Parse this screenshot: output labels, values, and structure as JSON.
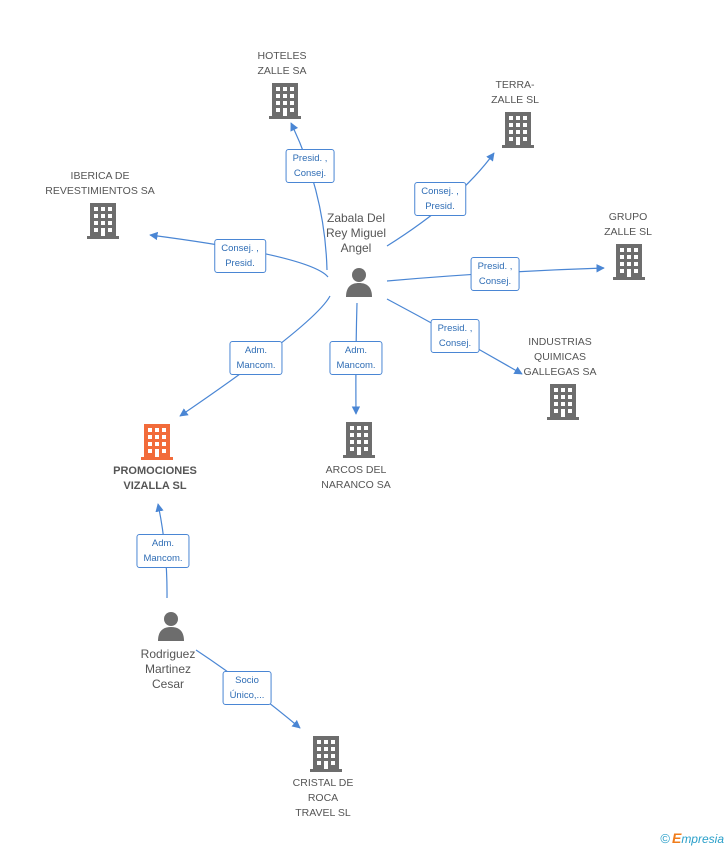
{
  "colors": {
    "company": "#6d6d6d",
    "main_company": "#f26b3a",
    "person": "#6d6d6d",
    "edge": "#4a86d4",
    "role_text": "#2f6db5",
    "label_text": "#555555"
  },
  "nodes": {
    "zabala": {
      "type": "person",
      "lines": [
        "Zabala Del",
        "Rey Miguel",
        "Angel"
      ]
    },
    "rodriguez": {
      "type": "person",
      "lines": [
        "Rodriguez",
        "Martinez",
        "Cesar"
      ]
    },
    "hoteles": {
      "type": "company",
      "lines": [
        "HOTELES",
        "ZALLE SA"
      ]
    },
    "terra": {
      "type": "company",
      "lines": [
        "TERRA-",
        "ZALLE SL"
      ]
    },
    "iberica": {
      "type": "company",
      "lines": [
        "IBERICA DE",
        "REVESTIMIENTOS SA"
      ]
    },
    "grupo": {
      "type": "company",
      "lines": [
        "GRUPO",
        "ZALLE SL"
      ]
    },
    "industrias": {
      "type": "company",
      "lines": [
        "INDUSTRIAS",
        "QUIMICAS",
        "GALLEGAS SA"
      ]
    },
    "arcos": {
      "type": "company",
      "lines": [
        "ARCOS DEL",
        "NARANCO SA"
      ]
    },
    "promociones": {
      "type": "main_company",
      "lines": [
        "PROMOCIONES",
        "VIZALLA SL"
      ]
    },
    "cristal": {
      "type": "company",
      "lines": [
        "CRISTAL DE",
        "ROCA",
        "TRAVEL SL"
      ]
    }
  },
  "edges": [
    {
      "from": "zabala",
      "to": "hoteles",
      "role": [
        "Presid. ,",
        "Consej."
      ]
    },
    {
      "from": "zabala",
      "to": "terra",
      "role": [
        "Consej. ,",
        "Presid."
      ]
    },
    {
      "from": "zabala",
      "to": "iberica",
      "role": [
        "Consej. ,",
        "Presid."
      ]
    },
    {
      "from": "zabala",
      "to": "grupo",
      "role": [
        "Presid. ,",
        "Consej."
      ]
    },
    {
      "from": "zabala",
      "to": "industrias",
      "role": [
        "Presid. ,",
        "Consej."
      ]
    },
    {
      "from": "zabala",
      "to": "promociones",
      "role": [
        "Adm.",
        "Mancom."
      ]
    },
    {
      "from": "zabala",
      "to": "arcos",
      "role": [
        "Adm.",
        "Mancom."
      ]
    },
    {
      "from": "rodriguez",
      "to": "promociones",
      "role": [
        "Adm.",
        "Mancom."
      ]
    },
    {
      "from": "rodriguez",
      "to": "cristal",
      "role": [
        "Socio",
        "Único,..."
      ]
    }
  ],
  "footer": {
    "copyright": "©",
    "brand_initial": "E",
    "brand_rest": "mpresia"
  }
}
